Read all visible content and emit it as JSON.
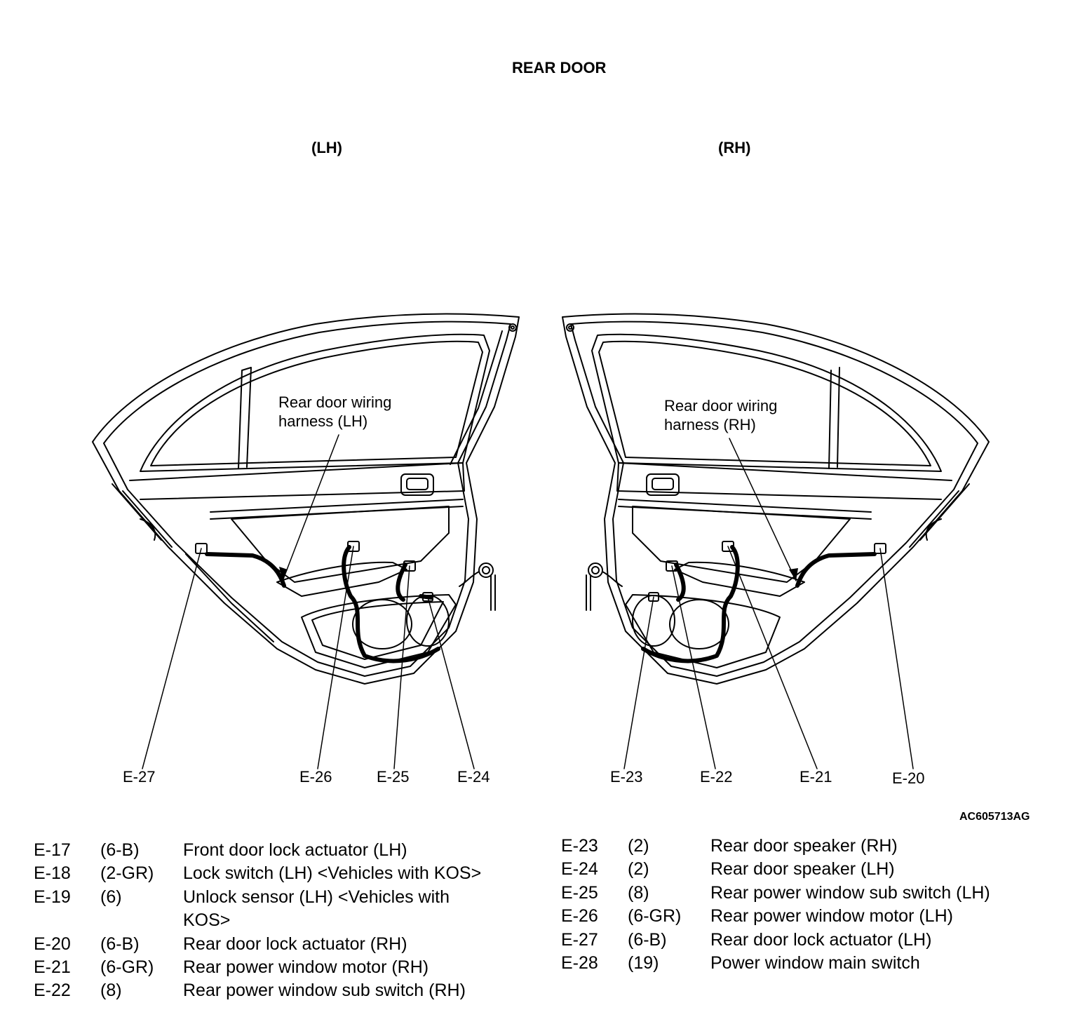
{
  "title": "REAR DOOR",
  "sides": {
    "left": "(LH)",
    "right": "(RH)"
  },
  "notes": {
    "left_line1": "Rear door wiring",
    "left_line2": "harness (LH)",
    "right_line1": "Rear door wiring",
    "right_line2": "harness (RH)"
  },
  "callouts": {
    "left": [
      "E-27",
      "E-26",
      "E-25",
      "E-24"
    ],
    "right": [
      "E-23",
      "E-22",
      "E-21",
      "E-20"
    ]
  },
  "figure_id": "AC605713AG",
  "legend_left": [
    {
      "code": "E-17",
      "conn": "(6-B)",
      "desc": "Front door lock actuator (LH)"
    },
    {
      "code": "E-18",
      "conn": "(2-GR)",
      "desc": "Lock switch (LH) <Vehicles with KOS>"
    },
    {
      "code": "E-19",
      "conn": "(6)",
      "desc": "Unlock sensor (LH) <Vehicles with KOS>"
    },
    {
      "code": "E-20",
      "conn": "(6-B)",
      "desc": "Rear door lock actuator (RH)"
    },
    {
      "code": "E-21",
      "conn": "(6-GR)",
      "desc": "Rear power window motor (RH)"
    },
    {
      "code": "E-22",
      "conn": "(8)",
      "desc": "Rear power window sub switch (RH)"
    }
  ],
  "legend_right": [
    {
      "code": "E-23",
      "conn": "(2)",
      "desc": "Rear door speaker (RH)"
    },
    {
      "code": "E-24",
      "conn": "(2)",
      "desc": "Rear door speaker (LH)"
    },
    {
      "code": "E-25",
      "conn": "(8)",
      "desc": "Rear power window sub switch (LH)"
    },
    {
      "code": "E-26",
      "conn": "(6-GR)",
      "desc": "Rear power window motor (LH)"
    },
    {
      "code": "E-27",
      "conn": "(6-B)",
      "desc": "Rear door lock actuator (LH)"
    },
    {
      "code": "E-28",
      "conn": "(19)",
      "desc": "Power window main switch"
    }
  ]
}
